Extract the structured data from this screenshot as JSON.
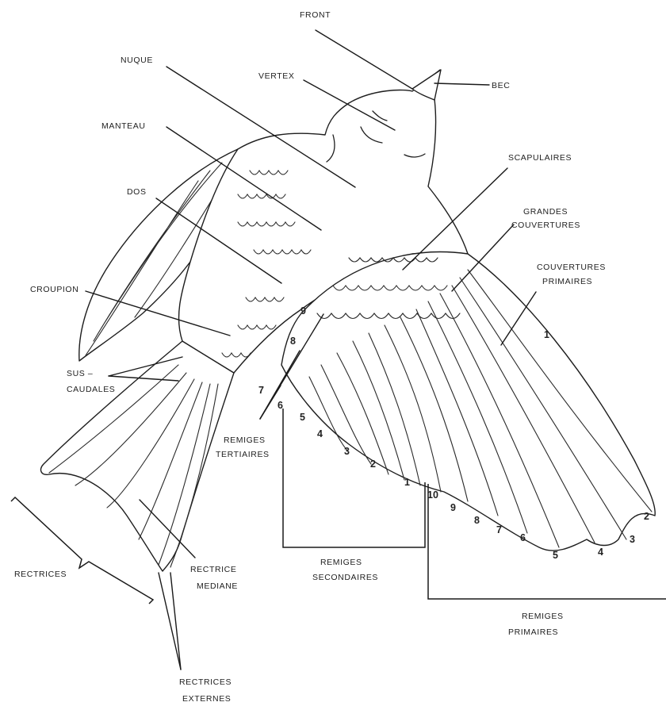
{
  "labels": {
    "front": "FRONT",
    "nuque": "NUQUE",
    "vertex": "VERTEX",
    "bec": "BEC",
    "manteau": "MANTEAU",
    "scapulaires": "SCAPULAIRES",
    "dos": "DOS",
    "grandes_couvertures_1": "GRANDES",
    "grandes_couvertures_2": "COUVERTURES",
    "couvertures_primaires_1": "COUVERTURES",
    "couvertures_primaires_2": "PRIMAIRES",
    "croupion": "CROUPION",
    "sus_caudales_1": "SUS –",
    "sus_caudales_2": "CAUDALES",
    "remiges_tertiaires_1": "REMIGES",
    "remiges_tertiaires_2": "TERTIAIRES",
    "rectrices": "RECTRICES",
    "rectrice_mediane_1": "RECTRICE",
    "rectrice_mediane_2": "MEDIANE",
    "remiges_secondaires_1": "REMIGES",
    "remiges_secondaires_2": "SECONDAIRES",
    "remiges_primaires_1": "REMIGES",
    "remiges_primaires_2": "PRIMAIRES",
    "rectrices_externes_1": "RECTRICES",
    "rectrices_externes_2": "EXTERNES"
  },
  "secondary_numbers": [
    "9",
    "8",
    "7",
    "6",
    "5",
    "4",
    "3",
    "2",
    "1"
  ],
  "primary_numbers": [
    "10",
    "9",
    "8",
    "7",
    "6",
    "5",
    "4",
    "3",
    "2",
    "1"
  ]
}
